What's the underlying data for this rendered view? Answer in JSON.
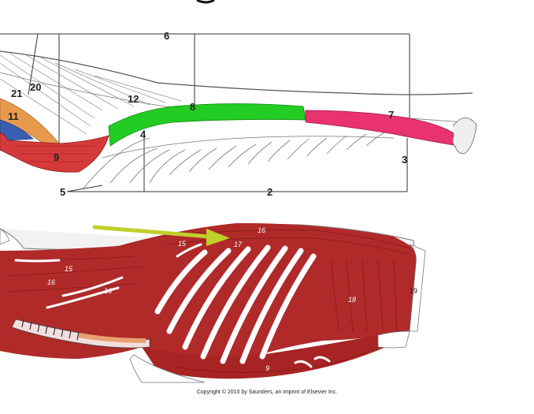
{
  "top_diagram": {
    "labels": {
      "l2": "2",
      "l3": "3",
      "l4": "4",
      "l5": "5",
      "l6": "6",
      "l7": "7",
      "l8": "8",
      "l9": "9",
      "l11": "11",
      "l12": "12",
      "l20": "20",
      "l21": "21"
    },
    "colors": {
      "green": "#22cc22",
      "pink": "#e8336f",
      "orange": "#e89a4c",
      "blue": "#3a5fb0",
      "red": "#d6393a"
    }
  },
  "bottom_diagram": {
    "labels": {
      "l9": "9",
      "l15a": "15",
      "l15b": "15",
      "l16a": "16",
      "l16b": "16",
      "l16c": "16",
      "l17": "17",
      "l18": "18",
      "l19": "19"
    },
    "arrow_color": "#bfd02a",
    "muscle_color": "#b02a2a"
  },
  "copyright": "Copyright © 2010 by Saunders, an imprint of Elsevier Inc."
}
